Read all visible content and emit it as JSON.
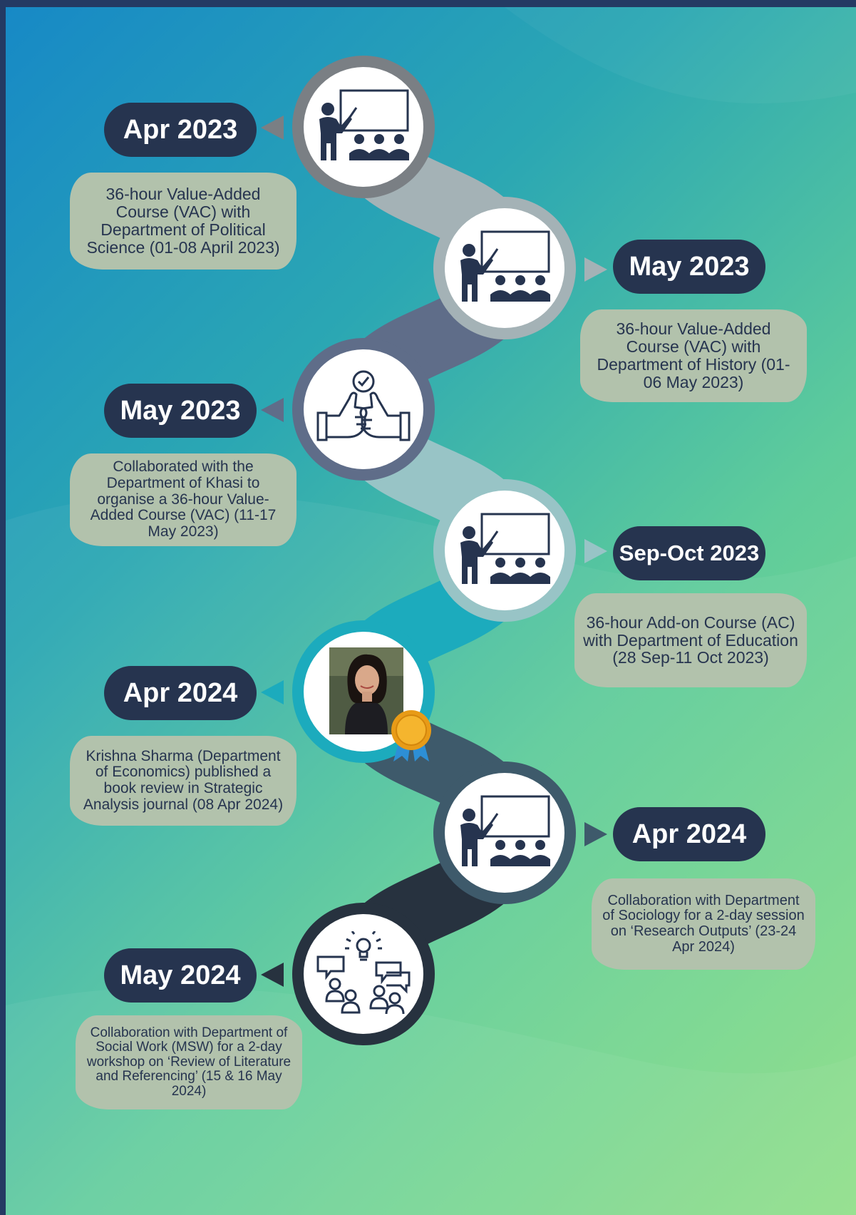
{
  "colors": {
    "pill": "#26344f",
    "description_bg": "#b2c2ac",
    "description_text": "#26344f",
    "icon": "#26344f"
  },
  "events": [
    {
      "date": "Apr 2023",
      "icon": "teacher-presentation-icon",
      "color": "#7a7f84",
      "description": "36-hour Value-Added Course (VAC) with Department of Political Science (01-08 April 2023)"
    },
    {
      "date": "May 2023",
      "icon": "teacher-presentation-icon",
      "color": "#a4b2b6",
      "description": "36-hour Value-Added Course (VAC) with Department of History (01-06 May 2023)"
    },
    {
      "date": "May 2023",
      "icon": "thumbs-up-check-icon",
      "color": "#5f6d89",
      "description": "Collaborated with the Department of Khasi to organise a 36-hour Value-Added Course (VAC) (11-17 May 2023)"
    },
    {
      "date": "Sep-Oct 2023",
      "icon": "teacher-presentation-icon",
      "color": "#98c4c6",
      "description": "36-hour Add-on Course (AC) with Department of Education (28 Sep-11 Oct 2023)"
    },
    {
      "date": "Apr 2024",
      "icon": "person-photo-with-medal-icon",
      "color": "#1cabbd",
      "description": "Krishna Sharma (Department of Economics) published a book review in Strategic Analysis journal (08 Apr 2024)"
    },
    {
      "date": "Apr 2024",
      "icon": "teacher-presentation-icon",
      "color": "#3e5a6b",
      "description": "Collaboration with Department of Sociology for a 2-day session on ‘Research Outputs’ (23-24 Apr 2024)"
    },
    {
      "date": "May 2024",
      "icon": "discussion-group-lightbulb-icon",
      "color": "#27323f",
      "description": "Collaboration with Department of Social Work (MSW) for a 2-day workshop on ‘Review of Literature and Referencing’ (15 & 16 May 2024)"
    }
  ]
}
